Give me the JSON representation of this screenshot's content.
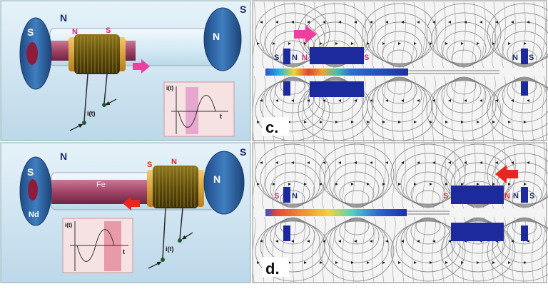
{
  "panel_c": {
    "left": {
      "magnet_left_pole_outer": "S",
      "magnet_left_pole_inner": "N",
      "coil_pole_left": "N",
      "coil_pole_right": "S",
      "magnet_right_pole_inner": "N",
      "magnet_right_pole_outer": "S",
      "current_label": "i(t)",
      "inset": {
        "ylabel": "i(t)",
        "xlabel": "t"
      }
    },
    "right": {
      "panel_label": "c.",
      "labels": [
        "S",
        "N",
        "N",
        "S",
        "N",
        "S"
      ]
    }
  },
  "panel_d": {
    "left": {
      "magnet_left_pole_outer": "S",
      "magnet_left_pole_inner": "N",
      "magnet_left_material": "Nd",
      "rod_label": "Fe",
      "coil_pole_left": "S",
      "coil_pole_right": "N",
      "magnet_right_pole_inner": "N",
      "magnet_right_pole_outer": "S",
      "current_label": "i(t)",
      "inset": {
        "ylabel": "i(t)",
        "xlabel": "t"
      }
    },
    "right": {
      "panel_label": "d.",
      "labels": [
        "S",
        "N",
        "S",
        "N",
        "N",
        "S"
      ]
    }
  },
  "colors": {
    "magnet": "#2e5f9c",
    "coil": "#6b5a12",
    "copper": "#e0a93c",
    "rod": "#9a3d5c",
    "pole_label": "#d6247a",
    "pink_arrow": "#ee3fa0",
    "red_arrow": "#e8251f",
    "field_block": "#1c2a9e"
  }
}
